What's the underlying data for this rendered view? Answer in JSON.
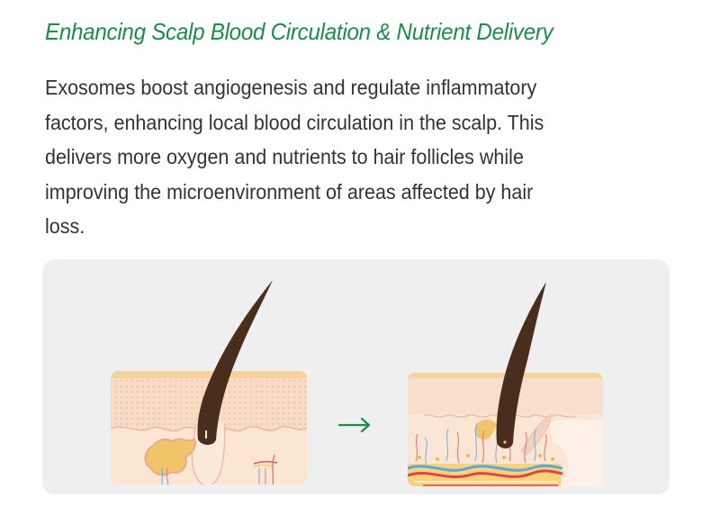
{
  "heading": {
    "title": "Enhancing Scalp Blood Circulation & Nutrient Delivery"
  },
  "body": {
    "lines": [
      "Exosomes boost angiogenesis and regulate inflammatory",
      "factors, enhancing local blood circulation in the scalp. This",
      "delivers more oxygen and nutrients to hair follicles while",
      "improving the microenvironment of areas affected by hair",
      "loss."
    ]
  },
  "illustration": {
    "before_label": "scalp cross-section before treatment",
    "after_label": "scalp cross-section after treatment",
    "arrow_icon": "right-arrow-icon",
    "colors": {
      "panel_bg": "#efefef",
      "arrow": "#1e8a4c",
      "skin_top": "#f6d59c",
      "epidermis": "#f7dcc5",
      "dermis": "#fbe6d6",
      "hair": "#4a2e1d",
      "gland": "#f0c063",
      "artery": "#e0444a",
      "vein": "#5aa8e0",
      "fat": "#f6d27a"
    }
  }
}
